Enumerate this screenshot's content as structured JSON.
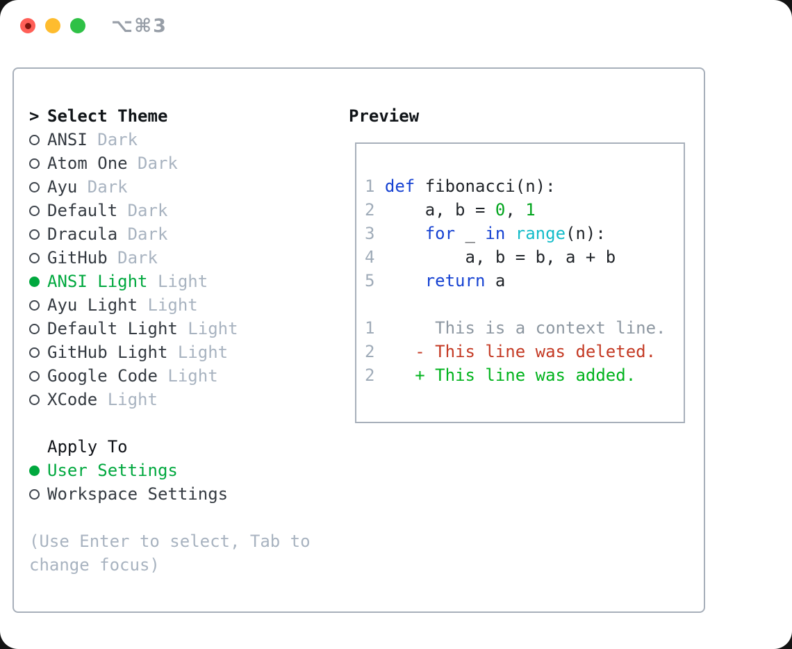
{
  "window": {
    "title": "⌥⌘3",
    "traffic_lights": [
      "close-button",
      "minimize-button",
      "zoom-button"
    ]
  },
  "colors": {
    "accent_green": "#00a83e",
    "keyword_blue": "#1642d2",
    "builtin_cyan": "#13bcc9",
    "number_green": "#00a41c",
    "added_green": "#00b31c",
    "deleted_red": "#c43a24",
    "dim_gray": "#a8b3c0",
    "border_gray": "#a7afba"
  },
  "left_panel": {
    "header": {
      "focus_marker": ">",
      "label": "Select Theme"
    },
    "themes": [
      {
        "name": "ANSI",
        "variant": "Dark",
        "selected": false
      },
      {
        "name": "Atom One",
        "variant": "Dark",
        "selected": false
      },
      {
        "name": "Ayu",
        "variant": "Dark",
        "selected": false
      },
      {
        "name": "Default",
        "variant": "Dark",
        "selected": false
      },
      {
        "name": "Dracula",
        "variant": "Dark",
        "selected": false
      },
      {
        "name": "GitHub",
        "variant": "Dark",
        "selected": false
      },
      {
        "name": "ANSI Light",
        "variant": "Light",
        "selected": true
      },
      {
        "name": "Ayu Light",
        "variant": "Light",
        "selected": false
      },
      {
        "name": "Default Light",
        "variant": "Light",
        "selected": false
      },
      {
        "name": "GitHub Light",
        "variant": "Light",
        "selected": false
      },
      {
        "name": "Google Code",
        "variant": "Light",
        "selected": false
      },
      {
        "name": "XCode",
        "variant": "Light",
        "selected": false
      }
    ],
    "apply_to": {
      "label": "Apply To",
      "options": [
        {
          "name": "User Settings",
          "selected": true
        },
        {
          "name": "Workspace Settings",
          "selected": false
        }
      ]
    },
    "hint": "(Use Enter to select, Tab to change focus)"
  },
  "preview": {
    "label": "Preview",
    "code_lines": [
      {
        "num": "1",
        "segs": [
          [
            "kw",
            "def"
          ],
          [
            "pl",
            " fibonacci(n):"
          ]
        ]
      },
      {
        "num": "2",
        "segs": [
          [
            "pl",
            "    a, b = "
          ],
          [
            "nm",
            "0"
          ],
          [
            "pl",
            ", "
          ],
          [
            "nm",
            "1"
          ]
        ]
      },
      {
        "num": "3",
        "segs": [
          [
            "pl",
            "    "
          ],
          [
            "kw",
            "for"
          ],
          [
            "pl",
            " _ "
          ],
          [
            "kw",
            "in"
          ],
          [
            "pl",
            " "
          ],
          [
            "bi",
            "range"
          ],
          [
            "pl",
            "(n):"
          ]
        ]
      },
      {
        "num": "4",
        "segs": [
          [
            "pl",
            "        a, b = b, a + b"
          ]
        ]
      },
      {
        "num": "5",
        "segs": [
          [
            "pl",
            "    "
          ],
          [
            "kw",
            "return"
          ],
          [
            "pl",
            " a"
          ]
        ]
      }
    ],
    "diff_lines": [
      {
        "num": "1",
        "segs": [
          [
            "ctx",
            "     This is a context line."
          ]
        ]
      },
      {
        "num": "2",
        "segs": [
          [
            "pl",
            "   "
          ],
          [
            "del",
            "- This line was deleted."
          ]
        ]
      },
      {
        "num": "2",
        "segs": [
          [
            "pl",
            "   "
          ],
          [
            "add",
            "+ This line was added."
          ]
        ]
      }
    ]
  }
}
